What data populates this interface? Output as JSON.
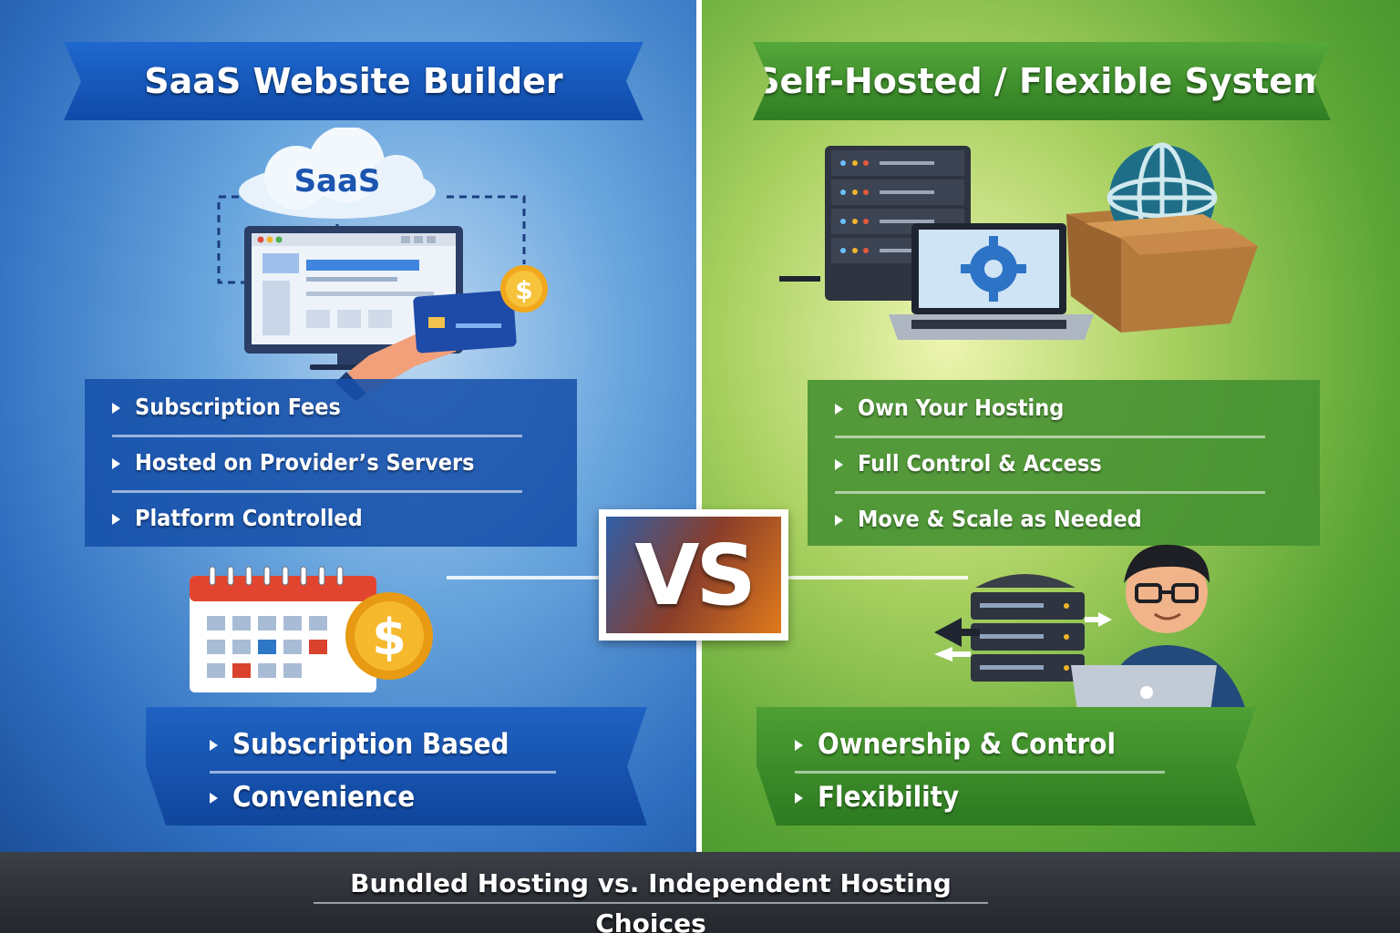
{
  "left": {
    "title": "SaaS Website Builder",
    "cloud_label": "SaaS",
    "features": [
      "Subscription Fees",
      "Hosted on Provider’s Servers",
      "Platform Controlled"
    ],
    "summary": [
      "Subscription Based",
      "Convenience"
    ],
    "accent": "#1f68cf",
    "icons": [
      "cloud-icon",
      "browser-monitor-icon",
      "credit-card-icon",
      "dollar-coin-icon",
      "calendar-icon"
    ]
  },
  "right": {
    "title": "Self-Hosted / Flexible System",
    "features": [
      "Own Your Hosting",
      "Full Control & Access",
      "Move & Scale as Needed"
    ],
    "summary": [
      "Ownership & Control",
      "Flexibility"
    ],
    "accent": "#4e9f34",
    "icons": [
      "server-rack-icon",
      "laptop-gear-icon",
      "globe-box-icon",
      "server-migration-icon",
      "developer-avatar-icon"
    ]
  },
  "vs_label": "VS",
  "footer": {
    "title": "Bundled Hosting vs. Independent Hosting Choices"
  }
}
